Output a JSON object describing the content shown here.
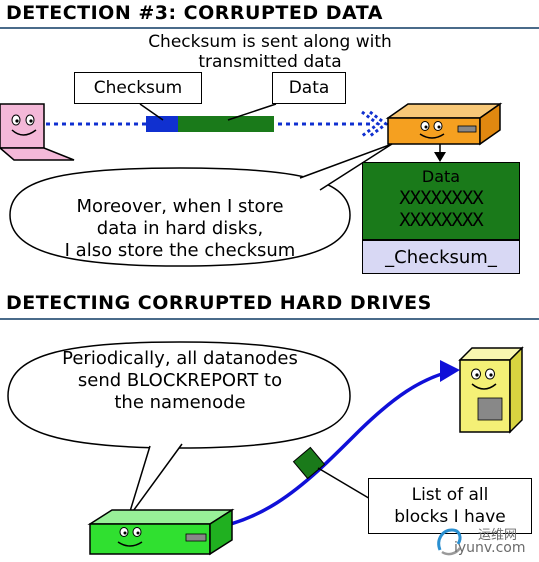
{
  "section1": {
    "title": "DETECTION #3: CORRUPTED DATA",
    "caption_line1": "Checksum is sent along with",
    "caption_line2": "transmitted data",
    "checksum_label": "Checksum",
    "data_label": "Data",
    "bubble": {
      "line1": "Moreover, when I store",
      "line2": "data in hard disks,",
      "line3": "I also store the checksum"
    },
    "stored_block": {
      "data_label": "Data",
      "x_row1": "XXXXXXXX",
      "x_row2": "XXXXXXXX",
      "checksum_label": "_Checksum_"
    }
  },
  "section2": {
    "title": "DETECTING CORRUPTED HARD DRIVES",
    "bubble": {
      "line1": "Periodically, all datanodes",
      "line2": "send BLOCKREPORT to",
      "line3": "the namenode"
    },
    "blocklist_label": {
      "line1": "List of all",
      "line2": "blocks I have"
    }
  },
  "watermark": {
    "cn": "运维网",
    "url": "iyunv.com"
  },
  "colors": {
    "checksum_blue": "#1030d0",
    "data_green": "#1a7a1a",
    "datanode_orange": "#f5a020",
    "namenode_yellow": "#f4f076",
    "datanode_green": "#30e030",
    "laptop_pink": "#f4b8d8",
    "arrow_blue": "#1010d8"
  }
}
